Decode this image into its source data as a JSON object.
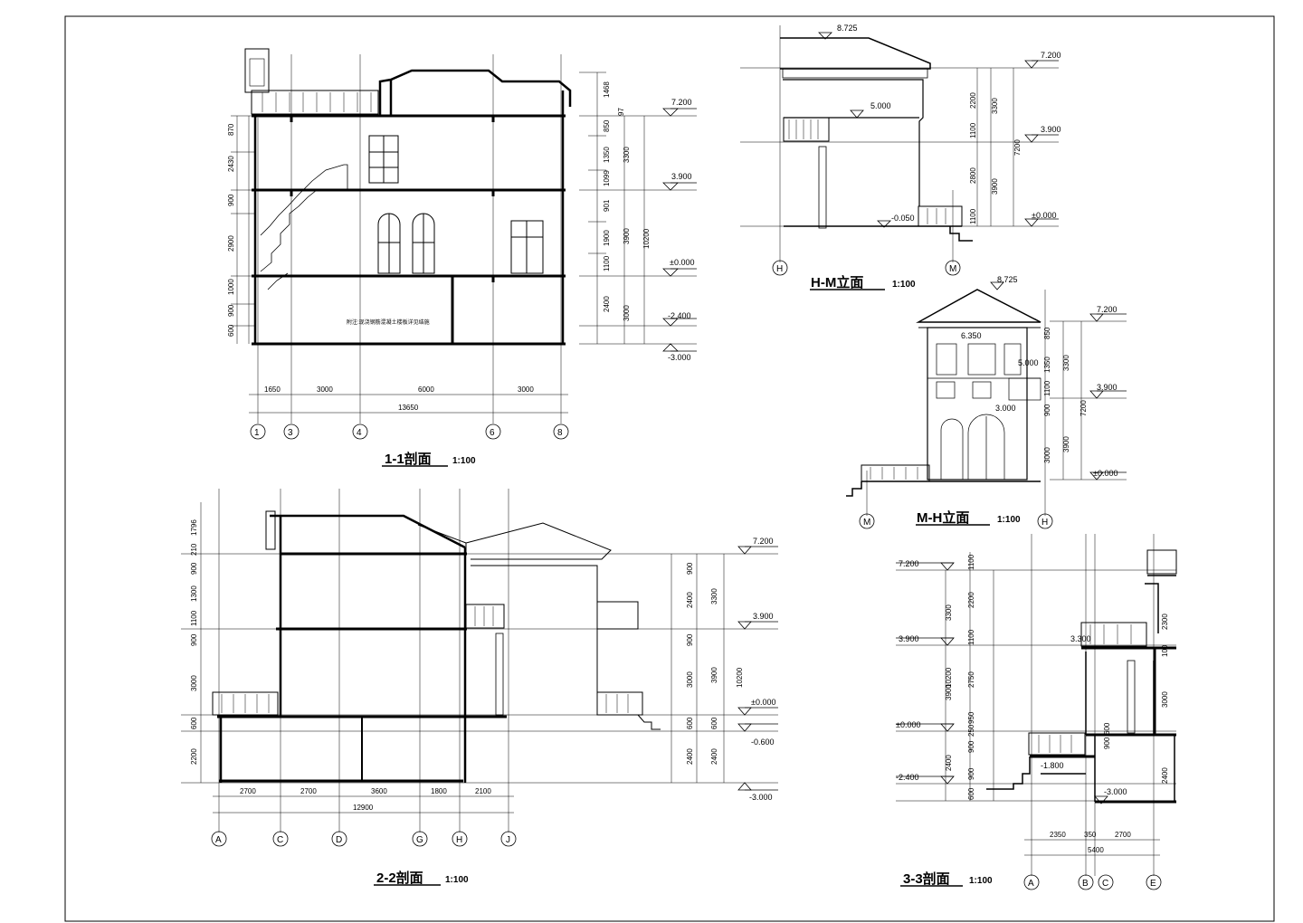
{
  "drawings": {
    "s11": {
      "title": "1-1剖面",
      "scale": "1:100",
      "axes": [
        "1",
        "3",
        "4",
        "6",
        "8"
      ],
      "spans": [
        "1650",
        "3000",
        "6000",
        "3000"
      ],
      "total": "13650",
      "levels": [
        "7.200",
        "3.900",
        "±0.000",
        "-2.400",
        "-3.000"
      ],
      "right_dims": [
        "1468",
        "850",
        "1350",
        "1099",
        "901",
        "1900",
        "1100",
        "2400",
        "3300",
        "3900",
        "3000",
        "10200",
        "97"
      ],
      "left_dims": [
        "870",
        "2430",
        "900",
        "2900",
        "1000",
        "900",
        "600"
      ],
      "note": "附注:现浇钢筋混凝土楼板详见结施"
    },
    "e_hm": {
      "title": "H-M立面",
      "scale": "1:100",
      "axes": [
        "H",
        "M"
      ],
      "levels": [
        "8.725",
        "7.200",
        "5.000",
        "3.900",
        "-0.050",
        "±0.000"
      ],
      "dims": [
        "2200",
        "1100",
        "2800",
        "1100",
        "3300",
        "3900",
        "7200"
      ]
    },
    "e_mh": {
      "title": "M-H立面",
      "scale": "1:100",
      "axes": [
        "M",
        "H"
      ],
      "levels": [
        "8.725",
        "7.200",
        "6.350",
        "5.000",
        "3.900",
        "3.000",
        "±0.000"
      ],
      "dims": [
        "850",
        "1350",
        "1100",
        "900",
        "3000",
        "3300",
        "3900",
        "7200"
      ]
    },
    "s22": {
      "title": "2-2剖面",
      "scale": "1:100",
      "axes": [
        "A",
        "C",
        "D",
        "G",
        "H",
        "J"
      ],
      "spans": [
        "2700",
        "2700",
        "3600",
        "1800",
        "2100"
      ],
      "total": "12900",
      "levels": [
        "7.200",
        "3.900",
        "±0.000",
        "-0.600",
        "-3.000"
      ],
      "left_dims": [
        "1796",
        "210",
        "900",
        "1300",
        "1100",
        "900",
        "3000",
        "600",
        "2200"
      ],
      "right_dims": [
        "900",
        "2400",
        "900",
        "3000",
        "600",
        "2400",
        "3300",
        "3900",
        "600",
        "2400",
        "10200"
      ]
    },
    "s33": {
      "title": "3-3剖面",
      "scale": "1:100",
      "axes": [
        "A",
        "B",
        "C",
        "E"
      ],
      "spans": [
        "2350",
        "350",
        "2700"
      ],
      "total": "5400",
      "levels": [
        "7.200",
        "3.900",
        "±0.000",
        "-2.400",
        "-3.000",
        "3.300",
        "-1.800"
      ],
      "left_dims": [
        "1100",
        "2200",
        "1100",
        "2750",
        "950",
        "250",
        "900",
        "900",
        "600",
        "3300",
        "3900",
        "10200",
        "2400"
      ],
      "right_dims": [
        "2300",
        "100",
        "3000",
        "900",
        "600",
        "2400"
      ]
    }
  }
}
